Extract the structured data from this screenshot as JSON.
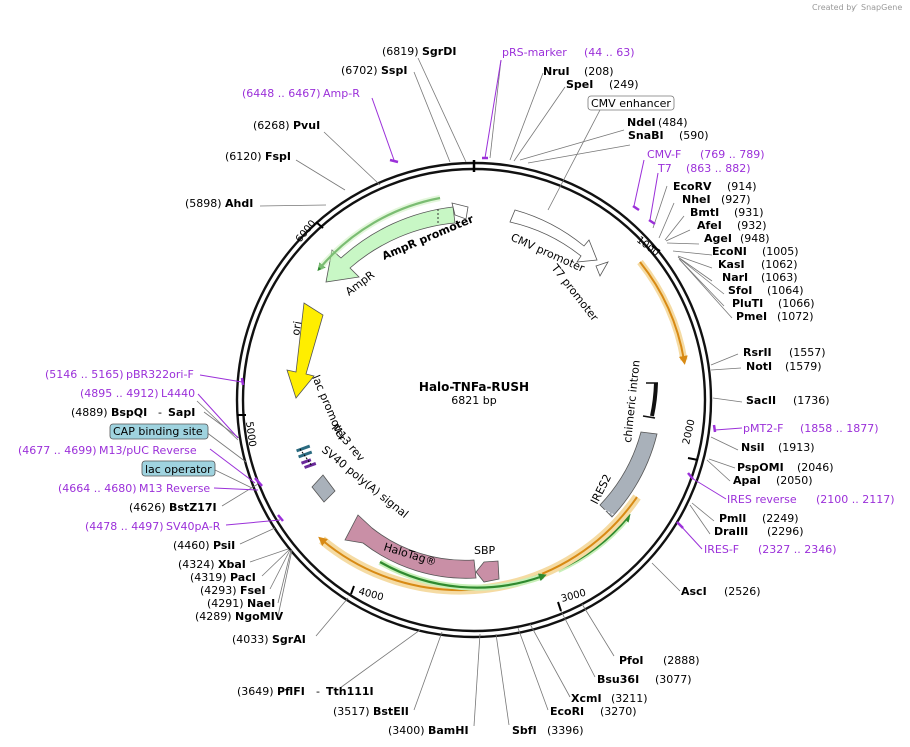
{
  "credit": {
    "prefix": "Created by",
    "brand": "SnapGene"
  },
  "plasmid": {
    "name": "Halo-TNFa-RUSH",
    "size": "6821 bp"
  },
  "ticks": [
    "1000",
    "2000",
    "3000",
    "4000",
    "5000",
    "6000"
  ],
  "sites": [
    {
      "pos": "(6819)",
      "name": "SgrDI"
    },
    {
      "pos": "(6702)",
      "name": "SspI"
    },
    {
      "pos": "(6268)",
      "name": "PvuI"
    },
    {
      "pos": "(6120)",
      "name": "FspI"
    },
    {
      "pos": "(5898)",
      "name": "AhdI"
    },
    {
      "pos": "(4889)",
      "name": "BspQI",
      "extra": "SapI"
    },
    {
      "pos": "(4626)",
      "name": "BstZ17I"
    },
    {
      "pos": "(4460)",
      "name": "PsiI"
    },
    {
      "pos": "(4324)",
      "name": "XbaI"
    },
    {
      "pos": "(4319)",
      "name": "PacI"
    },
    {
      "pos": "(4293)",
      "name": "FseI"
    },
    {
      "pos": "(4291)",
      "name": "NaeI"
    },
    {
      "pos": "(4289)",
      "name": "NgoMIV"
    },
    {
      "pos": "(4033)",
      "name": "SgrAI"
    },
    {
      "pos": "(3649)",
      "name": "PflFI",
      "extra": "Tth111I"
    },
    {
      "pos": "(3517)",
      "name": "BstEII"
    },
    {
      "pos": "(3400)",
      "name": "BamHI"
    },
    {
      "pos": "(3396)",
      "name": "SbfI"
    },
    {
      "pos": "(3270)",
      "name": "EcoRI"
    },
    {
      "pos": "(3211)",
      "name": "XcmI"
    },
    {
      "pos": "(3077)",
      "name": "Bsu36I"
    },
    {
      "pos": "(2888)",
      "name": "PfoI"
    },
    {
      "pos": "(2526)",
      "name": "AscI"
    },
    {
      "pos": "(2296)",
      "name": "DraIII"
    },
    {
      "pos": "(2249)",
      "name": "PmlI"
    },
    {
      "pos": "(2050)",
      "name": "ApaI"
    },
    {
      "pos": "(2046)",
      "name": "PspOMI"
    },
    {
      "pos": "(1913)",
      "name": "NsiI"
    },
    {
      "pos": "(1736)",
      "name": "SacII"
    },
    {
      "pos": "(1579)",
      "name": "NotI"
    },
    {
      "pos": "(1557)",
      "name": "RsrII"
    },
    {
      "pos": "(1072)",
      "name": "PmeI"
    },
    {
      "pos": "(1066)",
      "name": "PluTI"
    },
    {
      "pos": "(1064)",
      "name": "SfoI"
    },
    {
      "pos": "(1063)",
      "name": "NarI"
    },
    {
      "pos": "(1062)",
      "name": "KasI"
    },
    {
      "pos": "(1005)",
      "name": "EcoNI"
    },
    {
      "pos": "(948)",
      "name": "AgeI"
    },
    {
      "pos": "(932)",
      "name": "AfeI"
    },
    {
      "pos": "(931)",
      "name": "BmtI"
    },
    {
      "pos": "(927)",
      "name": "NheI"
    },
    {
      "pos": "(914)",
      "name": "EcoRV"
    },
    {
      "pos": "(590)",
      "name": "SnaBI"
    },
    {
      "pos": "(484)",
      "name": "NdeI"
    },
    {
      "pos": "(249)",
      "name": "SpeI"
    },
    {
      "pos": "(208)",
      "name": "NruI"
    }
  ],
  "primers": [
    {
      "name": "pRS-marker",
      "range": "(44 .. 63)"
    },
    {
      "name": "Amp-R",
      "range": "(6448 .. 6467)"
    },
    {
      "name": "CMV-F",
      "range": "(769 .. 789)"
    },
    {
      "name": "T7",
      "range": "(863 .. 882)"
    },
    {
      "name": "pBR322ori-F",
      "range": "(5146 .. 5165)"
    },
    {
      "name": "L4440",
      "range": "(4895 .. 4912)"
    },
    {
      "name": "M13/pUC Reverse",
      "range": "(4677 .. 4699)"
    },
    {
      "name": "M13 Reverse",
      "range": "(4664 .. 4680)"
    },
    {
      "name": "SV40pA-R",
      "range": "(4478 .. 4497)"
    },
    {
      "name": "pMT2-F",
      "range": "(1858 .. 1877)"
    },
    {
      "name": "IRES reverse",
      "range": "(2100 .. 2117)"
    },
    {
      "name": "IRES-F",
      "range": "(2327 .. 2346)"
    }
  ],
  "boxed_labels": [
    "CMV enhancer",
    "CAP binding site",
    "lac operator"
  ],
  "features": [
    "AmpR promoter",
    "AmpR",
    "ori",
    "CMV promoter",
    "T7 promoter",
    "chimeric intron",
    "IRES2",
    "lac promoter",
    "M13 rev",
    "SV40 poly(A) signal",
    "HaloTag®",
    "SBP"
  ],
  "colors": {
    "primer": "#9b30d9",
    "ampr": "#c8f7c5",
    "ori": "#ffee00",
    "promoter": "#ffffff",
    "ires": "#a9b1ba",
    "halotag": "#c98fa6",
    "orf_arc": "#e8a33a",
    "green_arc": "#2f8a2f",
    "cap_box": "#9fd3df"
  }
}
